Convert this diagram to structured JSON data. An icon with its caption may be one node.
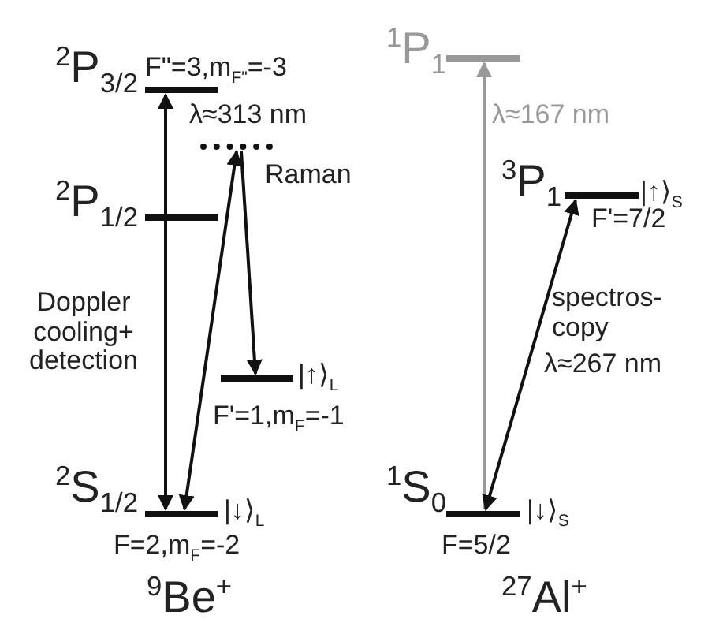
{
  "diagram": {
    "nodes": [
      {
        "text": [
          "$^{2}$P$_{3/2}$",
          "F\"=3,m$_{F\"}$=-3"
        ]
      },
      {
        "text": [],
        "shape": "bar"
      },
      {
        "text": [
          "$^{2}$P$_{1/2}$"
        ]
      },
      {
        "text": [
          "|↑⟩$_{L}$",
          "F'=1,m$_{F}$=-1"
        ]
      },
      {
        "text": [
          "$^{2}$S$_{1/2}$",
          "|↓⟩$_{L}$",
          "F=2,m$_{F}$=-2"
        ]
      },
      {
        "text": [
          "$^{1}$P$_{1}$"
        ]
      },
      {
        "text": [
          "$^{3}$P$_{1}$",
          "|↑⟩$_{S}$",
          "F'=7/2"
        ]
      },
      {
        "text": [
          "$^{1}$S$_{0}$",
          "|↓⟩$_{S}$",
          "F=5/2"
        ]
      }
    ],
    "edges": [
      {
        "from": 4,
        "to": 0,
        "arrow": "both"
      },
      {
        "from": 4,
        "to": 1,
        "arrow": "both"
      },
      {
        "from": 1,
        "to": 3,
        "arrow": "to"
      },
      {
        "from": 7,
        "to": 5,
        "arrow": "to",
        "color": "#999999"
      },
      {
        "from": 7,
        "to": 6,
        "arrow": "both"
      }
    ],
    "labels": [
      "Doppler cooling+ detection",
      "λ≈313 nm",
      "Raman",
      "λ≈167 nm",
      "spectros- copy",
      "λ≈267 nm",
      "$^{9}$Be$^{+}$",
      "$^{27}$Al$^{+}$"
    ]
  }
}
